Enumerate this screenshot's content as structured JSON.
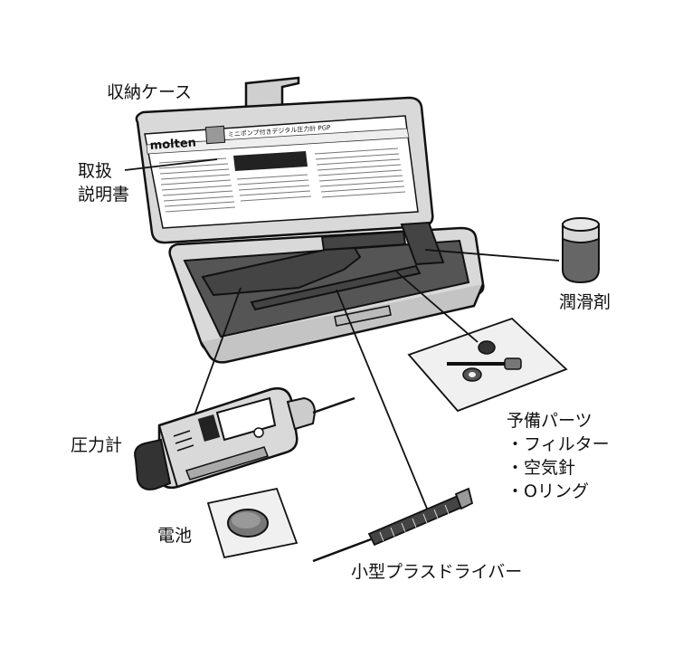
{
  "labels": {
    "case": "収納ケース",
    "manual_line1": "取扱",
    "manual_line2": "説明書",
    "lubricant": "潤滑剤",
    "spare_parts_title": "予備パーツ",
    "spare_parts_items": [
      "・フィルター",
      "・空気針",
      "・Oリング"
    ],
    "gauge": "圧力計",
    "battery": "電池",
    "screwdriver": "小型プラスドライバー"
  },
  "case_printing": {
    "brand": "molten",
    "title": "ミニポンプ付きデジタル圧力計 PGP"
  },
  "colors": {
    "case_fill": "#d9d9d9",
    "tray_fill": "#555555",
    "line": "#111111",
    "manual_fill": "#ffffff"
  }
}
